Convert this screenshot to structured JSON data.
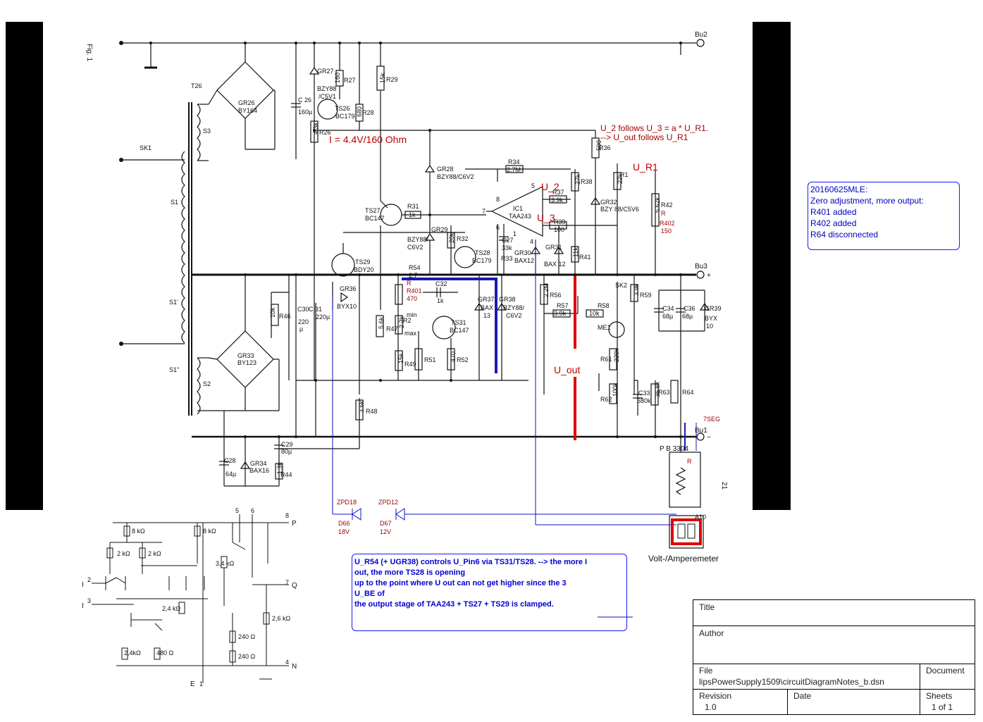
{
  "figure": {
    "label": "Fig. 1",
    "page_number": "21"
  },
  "nodes": {
    "bu1": "Bu1",
    "bu2": "Bu2",
    "bu3": "Bu3",
    "plus": "+",
    "minus": "−",
    "pb": "P B 3304"
  },
  "components": {
    "t26": "T26",
    "sk1": "SK1",
    "s1": "S1",
    "s1b": "S1'",
    "s1c": "S1''",
    "s2": "S2",
    "s3": "S3",
    "gr26": "GR26",
    "gr26v": "BY164",
    "gr33": "GR33",
    "gr33v": "BY123",
    "c26": "C 26",
    "c26v": "160µ",
    "gr27": "GR27",
    "gr27v": "BZY88",
    "gr27v2": "/C5V1",
    "r27": "R27",
    "r27v": "160",
    "ts26": "TS26",
    "ts26v": "BC179",
    "r28": "R28",
    "r28v": "680",
    "r29": "R29",
    "r29v": "15k",
    "r26": "R26",
    "r26v": "4.3k",
    "gr28": "GR28",
    "gr28v": "BZY88/C6V2",
    "r34": "R34",
    "r34v": "2.7M",
    "ic1": "IC1",
    "ic1v": "TAA243",
    "r37": "R37",
    "r37v": "3.9k",
    "r39": "R39",
    "r39v": "100",
    "r36": "R36",
    "r36v": "590",
    "r38": "R38",
    "r38v": "27k",
    "r1": "R1",
    "r1v": "22k",
    "gr32": "GR32",
    "gr32v": "BZY 88/C5V6",
    "r42": "R42",
    "r42v": "5.62k",
    "r402": "R402",
    "r402v": "150",
    "r402r": "R",
    "ts27": "TS27",
    "ts27v": "BC147",
    "r31": "R31",
    "r31v": "1k",
    "gr29": "GR29",
    "gr29v": "BZY88/",
    "gr29v2": "C6V2",
    "r32": "R32",
    "r32v": "20k",
    "ts28": "TS28",
    "ts28v": "BC179",
    "c27": "C27",
    "c27v": "33k",
    "r33": "R33",
    "gr30": "GR30",
    "gr30v": "BAX12",
    "gr31": "GR31",
    "gr31v": "BAX 12",
    "r41": "R41",
    "r41v": "11k",
    "ts29": "TS29",
    "ts29v": "BDY20",
    "r54": "R54",
    "r54v": "2.7",
    "r401": "R401",
    "r401v": "470",
    "r401r": "R",
    "c32": "C32",
    "c32v": "1k",
    "gr37": "GR37",
    "gr37v": "BAX",
    "gr37v2": "13",
    "gr38": "GR38",
    "gr38v": "BZY88/",
    "gr38v2": "C6V2",
    "r2": "R2",
    "r2v": "2.2k",
    "min": "min",
    "max": "max",
    "ts31": "TS31",
    "ts31v": "BC147",
    "gr36": "GR36",
    "gr36v": "BYX10",
    "r46": "R46",
    "r46v": "10k",
    "c30": "C30",
    "c30v": "220",
    "c30u": "µ",
    "c31": "C 31",
    "c31v": "220µ",
    "r47": "R47",
    "r47v": "5.6k",
    "r49": "R49",
    "r49v": "15k",
    "r51": "R51",
    "r52": "R52",
    "r52v": "470",
    "r56": "R56",
    "r56v": "2.2M",
    "r57": "R57",
    "r57v": "3.9k",
    "r58": "R58",
    "r58v": "10k",
    "sk2": "SK2",
    "r59": "R59",
    "r59v": "3.9k",
    "me1": "ME1",
    "c34": "C34",
    "c34v": "68µ",
    "c36": "C36",
    "c36v": "68µ",
    "gr39": "GR39",
    "gr39v": "BYX",
    "gr39v2": "10",
    "r61": "R61",
    "r61v": "220k",
    "r62": "R62",
    "r62v": "100k",
    "c33": "C33",
    "c33v": "680k",
    "r63": "R63",
    "r63v": "36.8k",
    "r64": "R64",
    "r48": "R48",
    "r48v": "3.6k",
    "c28": "C28",
    "c28v": "64µ",
    "gr34": "GR34",
    "gr34v": "BAX16",
    "r44": "R44",
    "r44v": "1.3k",
    "c29": "C29",
    "c29v": "80µ",
    "zpd18": "ZPD18",
    "d66": "D66",
    "d66v": "18V",
    "zpd12": "ZPD12",
    "d67": "D67",
    "d67v": "12V",
    "seg": "7SEG",
    "r_meter": "R",
    "pin5": "5",
    "pin7": "7",
    "pin8": "8",
    "pin6": "6",
    "pin1": "1",
    "pin4": "4"
  },
  "annotations": {
    "current": "I = 4.4V/160 Ohm",
    "follow1": "U_2 follows U_3 = a * U_R1.",
    "follow2": "--> U_out follows U_R1",
    "u_r1": "U_R1",
    "u_2": "U_2",
    "u_3": "U_3",
    "u_out": "U_out"
  },
  "side_note": {
    "lines": [
      "20160625MLE:",
      "Zero adjustment, more output:",
      "R401 added",
      "R402 added",
      "R64 disconnected"
    ]
  },
  "blue_note": {
    "lines": [
      "U_R54 (+ UGR38) controls U_Pin6 via TS31/TS28. --> the more I",
      "out, the more TS28 is opening",
      "  up to the point where U out can not get higher since the 3",
      "U_BE of",
      "the output stage of TAA243 + TS27 + TS29 is clamped."
    ]
  },
  "ic_schematic": {
    "r8k_a": "8 kΩ",
    "r8k_b": "8 kΩ",
    "r2k_a": "2 kΩ",
    "r2k_b": "2 kΩ",
    "r34k": "3,4 kΩ",
    "r24k_a": "2,4 kΩ",
    "r26k": "2,6 kΩ",
    "r240_a": "240 Ω",
    "r240_b": "240 Ω",
    "r24k_b": "2,4kΩ",
    "r480": "480 Ω",
    "pin_i1": "I",
    "pin_i1n": "2",
    "pin_i2": "I",
    "pin_i2n": "3",
    "pin_p": "P",
    "pin_pn": "8",
    "pin_q": "Q",
    "pin_qn": "7",
    "pin_n": "N",
    "pin_nn": "4",
    "pin_e": "E",
    "pin_en": "1",
    "pin_top5": "5",
    "pin_top6": "6"
  },
  "meter": {
    "label": "Volt-/Amperemeter",
    "pins_top": "A10"
  },
  "title_block": {
    "title_label": "Title",
    "author_label": "Author",
    "file_label": "File",
    "file_value": "lipsPowerSupply1509\\circuitDiagramNotes_b.dsn",
    "document_label": "Document",
    "revision_label": "Revision",
    "revision_value": "1.0",
    "date_label": "Date",
    "sheets_label": "Sheets",
    "sheets_value": "1 of 1"
  }
}
